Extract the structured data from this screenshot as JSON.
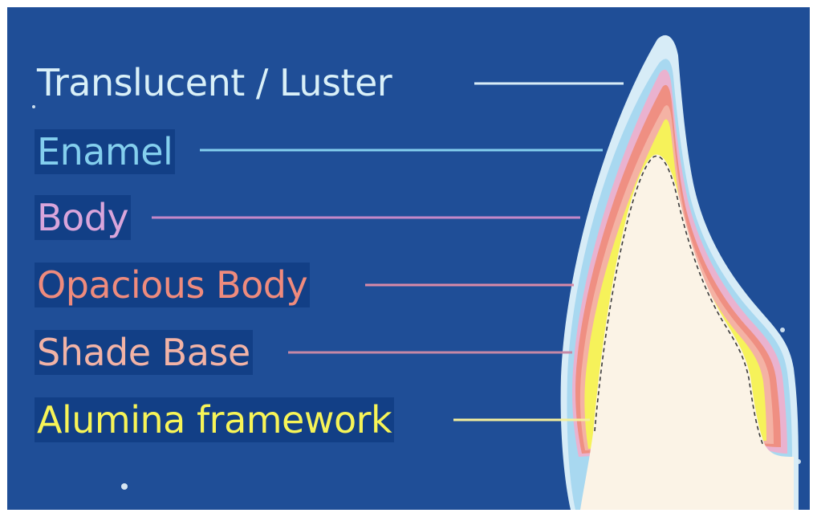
{
  "colors": {
    "background": "#1f4e97",
    "translucent": "#d7ecf7",
    "enamel": "#a8d8f0",
    "body": "#eab2cf",
    "opacious": "#ef8f82",
    "shade": "#f4b2a4",
    "alumina": "#f6f25a",
    "core": "#fbf3e6"
  },
  "layers": [
    {
      "key": "translucent",
      "label": "Translucent / Luster",
      "text_color": "#d9f0f8"
    },
    {
      "key": "enamel",
      "label": "Enamel",
      "text_color": "#84cfee"
    },
    {
      "key": "body",
      "label": "Body",
      "text_color": "#d9a5db"
    },
    {
      "key": "opacious",
      "label": "Opacious Body",
      "text_color": "#ef8b7d"
    },
    {
      "key": "shade",
      "label": "Shade Base",
      "text_color": "#f2b3a6"
    },
    {
      "key": "alumina",
      "label": "Alumina framework",
      "text_color": "#f7f457"
    }
  ]
}
